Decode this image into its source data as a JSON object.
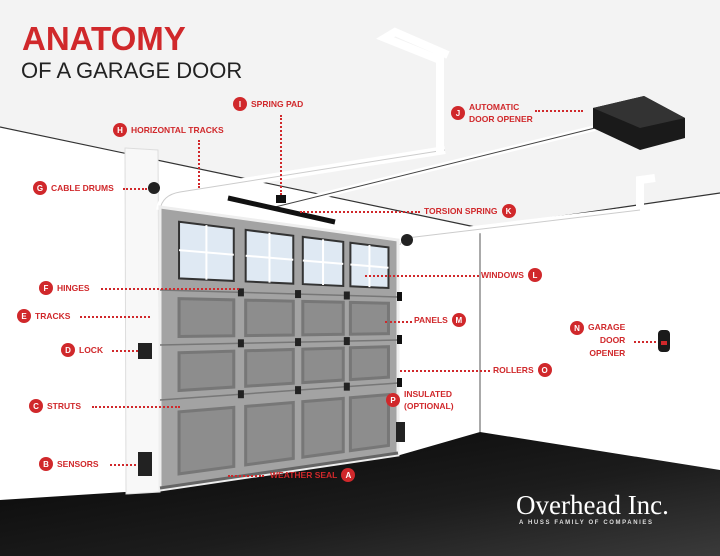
{
  "title": "ANATOMY",
  "subtitle": "OF A GARAGE DOOR",
  "callouts": {
    "A": {
      "letter": "A",
      "label": "WEATHER SEAL"
    },
    "B": {
      "letter": "B",
      "label": "SENSORS"
    },
    "C": {
      "letter": "C",
      "label": "STRUTS"
    },
    "D": {
      "letter": "D",
      "label": "LOCK"
    },
    "E": {
      "letter": "E",
      "label": "TRACKS"
    },
    "F": {
      "letter": "F",
      "label": "HINGES"
    },
    "G": {
      "letter": "G",
      "label": "CABLE DRUMS"
    },
    "H": {
      "letter": "H",
      "label": "HORIZONTAL TRACKS"
    },
    "I": {
      "letter": "I",
      "label": "SPRING PAD"
    },
    "J": {
      "letter": "J",
      "label1": "AUTOMATIC",
      "label2": "DOOR OPENER"
    },
    "K": {
      "letter": "K",
      "label": "TORSION SPRING"
    },
    "L": {
      "letter": "L",
      "label": "WINDOWS"
    },
    "M": {
      "letter": "M",
      "label": "PANELS"
    },
    "N": {
      "letter": "N",
      "label1": "GARAGE",
      "label2": "DOOR",
      "label3": "OPENER"
    },
    "O": {
      "letter": "O",
      "label": "ROLLERS"
    },
    "P": {
      "letter": "P",
      "label1": "INSULATED",
      "label2": "(OPTIONAL)"
    }
  },
  "logo": {
    "name": "Overhead Inc.",
    "tagline": "A HUSS FAMILY OF COMPANIES"
  },
  "colors": {
    "accent": "#d0282b",
    "floor": "#111111",
    "door": "#a3a3a3",
    "panel": "#8a8a8a"
  }
}
